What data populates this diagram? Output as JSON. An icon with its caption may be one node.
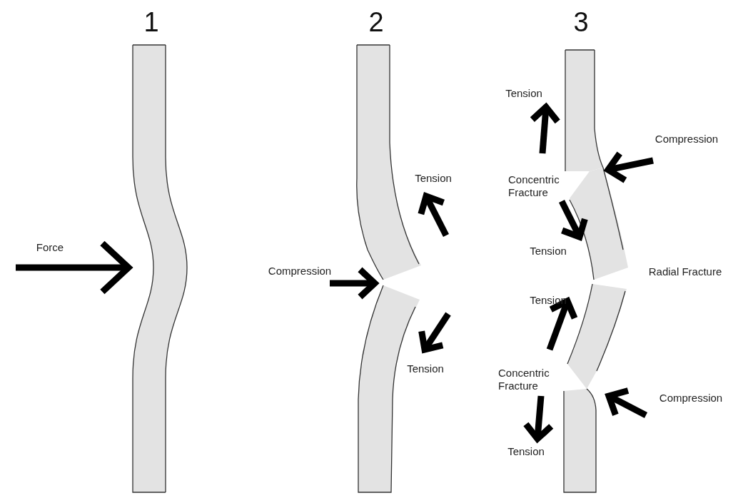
{
  "diagram": {
    "labels": [
      "1",
      "2",
      "3",
      "Tension",
      "Compression",
      "Tension",
      "Concentric Fracture",
      "Force",
      "Compression",
      "Tension",
      "Radial Fracture",
      "Tension",
      "Tension",
      "Concentric Fracture",
      "Compression",
      "Tension"
    ]
  }
}
